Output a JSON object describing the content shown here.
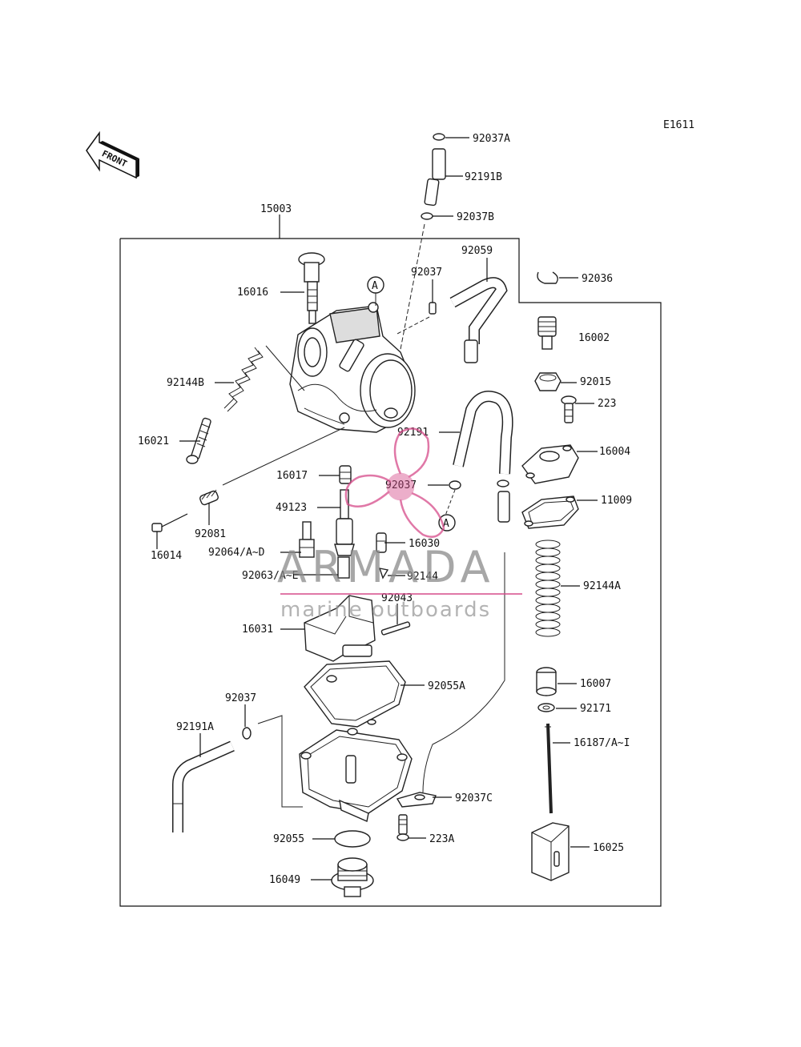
{
  "diagram": {
    "code": "E1611",
    "front_label": "FRONT",
    "callout_a": "A"
  },
  "watermark": {
    "brand": "ARMADA",
    "tagline": "marine outboards",
    "color_text": "#8a8a8a",
    "color_logo": "#d64b8a"
  },
  "parts": {
    "p15003": "15003",
    "p92037A": "92037A",
    "p92191B": "92191B",
    "p92037B": "92037B",
    "p92059": "92059",
    "p92037_top": "92037",
    "p92036": "92036",
    "p16016": "16016",
    "p16002": "16002",
    "p92015": "92015",
    "p92144B": "92144B",
    "p223": "223",
    "p16021": "16021",
    "p92191": "92191",
    "p16004": "16004",
    "p16017": "16017",
    "p92037_mid": "92037",
    "p11009": "11009",
    "p49123": "49123",
    "p92081": "92081",
    "p16014": "16014",
    "p92064": "92064/A~D",
    "p16030": "16030",
    "p92063": "92063/A~E",
    "p92144": "92144",
    "p92144A": "92144A",
    "p92043": "92043",
    "p16031": "16031",
    "p92055A": "92055A",
    "p16007": "16007",
    "p92037_low": "92037",
    "p92171": "92171",
    "p92191A": "92191A",
    "p16187": "16187/A~I",
    "p92037C": "92037C",
    "p92055": "92055",
    "p223A": "223A",
    "p16025": "16025",
    "p16049": "16049"
  }
}
